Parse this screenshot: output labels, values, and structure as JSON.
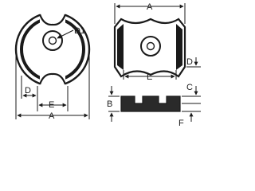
{
  "labels": {
    "a_top": "A",
    "a_bottom": "A",
    "b": "B",
    "c": "C",
    "d_left": "D",
    "d_right": "D",
    "e_left": "E",
    "e_right": "E",
    "f": "F",
    "d1": "D1"
  },
  "colors": {
    "line": "#1a1a1a",
    "background": "#ffffff"
  }
}
